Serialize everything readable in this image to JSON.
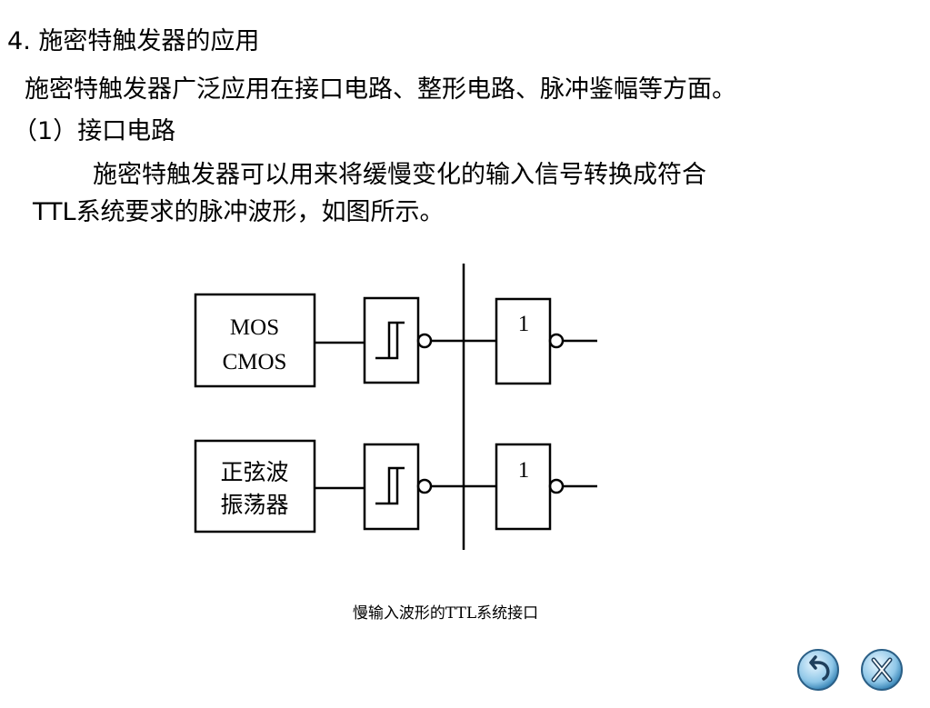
{
  "heading": {
    "number": "4",
    "title": "施密特触发器的应用"
  },
  "intro": "施密特触发器广泛应用在接口电路、整形电路、脉冲鉴幅等方面。",
  "subsection": {
    "number": "1",
    "title": "接口电路"
  },
  "paragraph": {
    "line1": "施密特触发器可以用来将缓慢变化的输入信号转换成符合",
    "line2_prefix": "TTL",
    "line2_rest": "系统要求的脉冲波形，如图所示。"
  },
  "diagram": {
    "source_top": [
      "MOS",
      "CMOS"
    ],
    "source_bottom": [
      "正弦波",
      "振荡器"
    ],
    "gate_label": "1"
  },
  "caption": "慢输入波形的TTL系统接口",
  "nav": {
    "back_icon": "back-arrow-icon",
    "exit_icon": "close-x-icon"
  }
}
